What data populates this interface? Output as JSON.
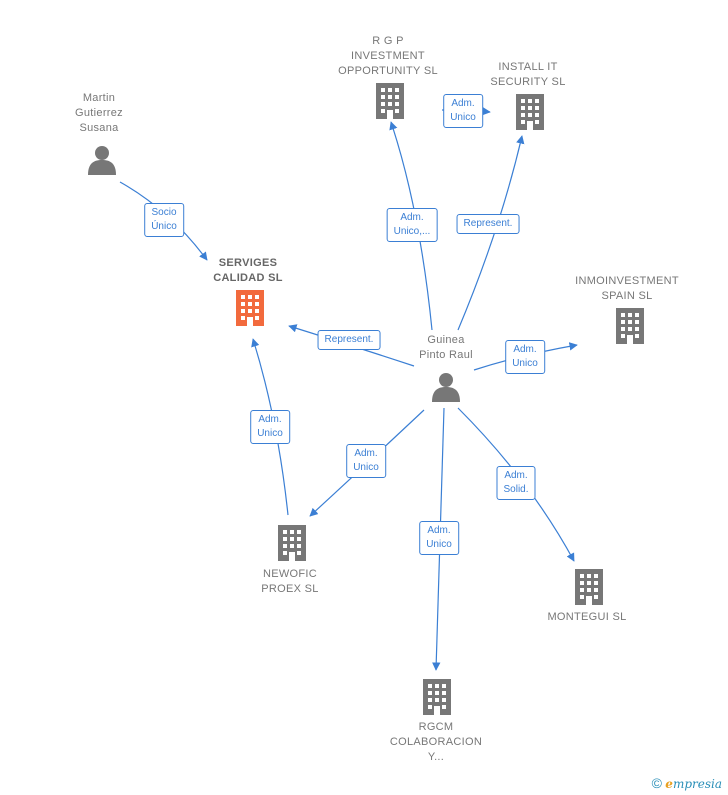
{
  "colors": {
    "edge": "#3b7fd4",
    "building": "#777777",
    "building_highlight": "#f26a3d",
    "person": "#777777"
  },
  "nodes": {
    "rgp": "R G P\nINVESTMENT\nOPPORTUNITY SL",
    "install": "INSTALL IT\nSECURITY SL",
    "martin": "Martin\nGutierrez\nSusana",
    "serviges": "SERVIGES\nCALIDAD  SL",
    "inmoinvestment": "INMOINVESTMENT\nSPAIN  SL",
    "guinea": "Guinea\nPinto Raul",
    "newofic": "NEWOFIC\nPROEX  SL",
    "montegui": "MONTEGUI SL",
    "rgcm": "RGCM\nCOLABORACION\nY..."
  },
  "edges": {
    "martin_serviges": "Socio\nÚnico",
    "guinea_rgp": "Adm.\nUnico,...",
    "rgp_install": "Adm.\nUnico",
    "guinea_install": "Represent.",
    "guinea_serviges": "Represent.",
    "guinea_inmo": "Adm.\nUnico",
    "newofic_serviges": "Adm.\nUnico",
    "guinea_newofic": "Adm.\nUnico",
    "guinea_montegui": "Adm.\nSolid.",
    "guinea_rgcm": "Adm.\nUnico"
  },
  "footer": {
    "copyright_symbol": "©",
    "brand_e": "e",
    "brand_rest": "mpresia"
  }
}
